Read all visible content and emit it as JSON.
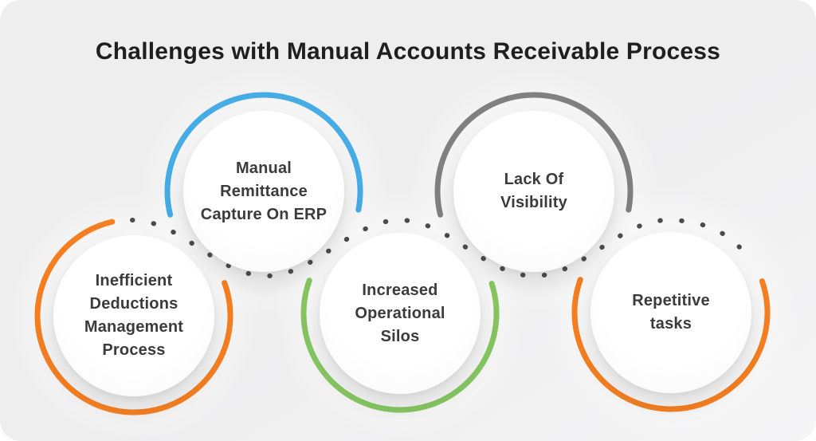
{
  "title": "Challenges with Manual Accounts Receivable Process",
  "colors": {
    "page_background": "#ffffff",
    "card_background": "#efeff0",
    "dotted_line": "#4b4b4b",
    "label_text": "#3b3b3b",
    "title_text": "#1f1f1f",
    "arc_orange": "#f57e20",
    "arc_blue": "#45ace6",
    "arc_green": "#85c661",
    "arc_gray": "#808080"
  },
  "challenges": [
    {
      "id": "inefficient-deductions-management-process",
      "label": "Inefficient\nDeductions\nManagement\nProcess",
      "arc_color": "#f57e20",
      "arc_color_name": "orange",
      "position": "bottom-left"
    },
    {
      "id": "manual-remittance-capture-on-erp",
      "label": "Manual\nRemittance\nCapture On ERP",
      "arc_color": "#45ace6",
      "arc_color_name": "blue",
      "position": "top-left"
    },
    {
      "id": "increased-operational-silos",
      "label": "Increased\nOperational\nSilos",
      "arc_color": "#85c661",
      "arc_color_name": "green",
      "position": "bottom-center"
    },
    {
      "id": "lack-of-visibility",
      "label": "Lack Of\nVisibility",
      "arc_color": "#808080",
      "arc_color_name": "gray",
      "position": "top-right"
    },
    {
      "id": "repetitive-tasks",
      "label": "Repetitive\ntasks",
      "arc_color": "#f57e20",
      "arc_color_name": "orange",
      "position": "bottom-right"
    }
  ]
}
